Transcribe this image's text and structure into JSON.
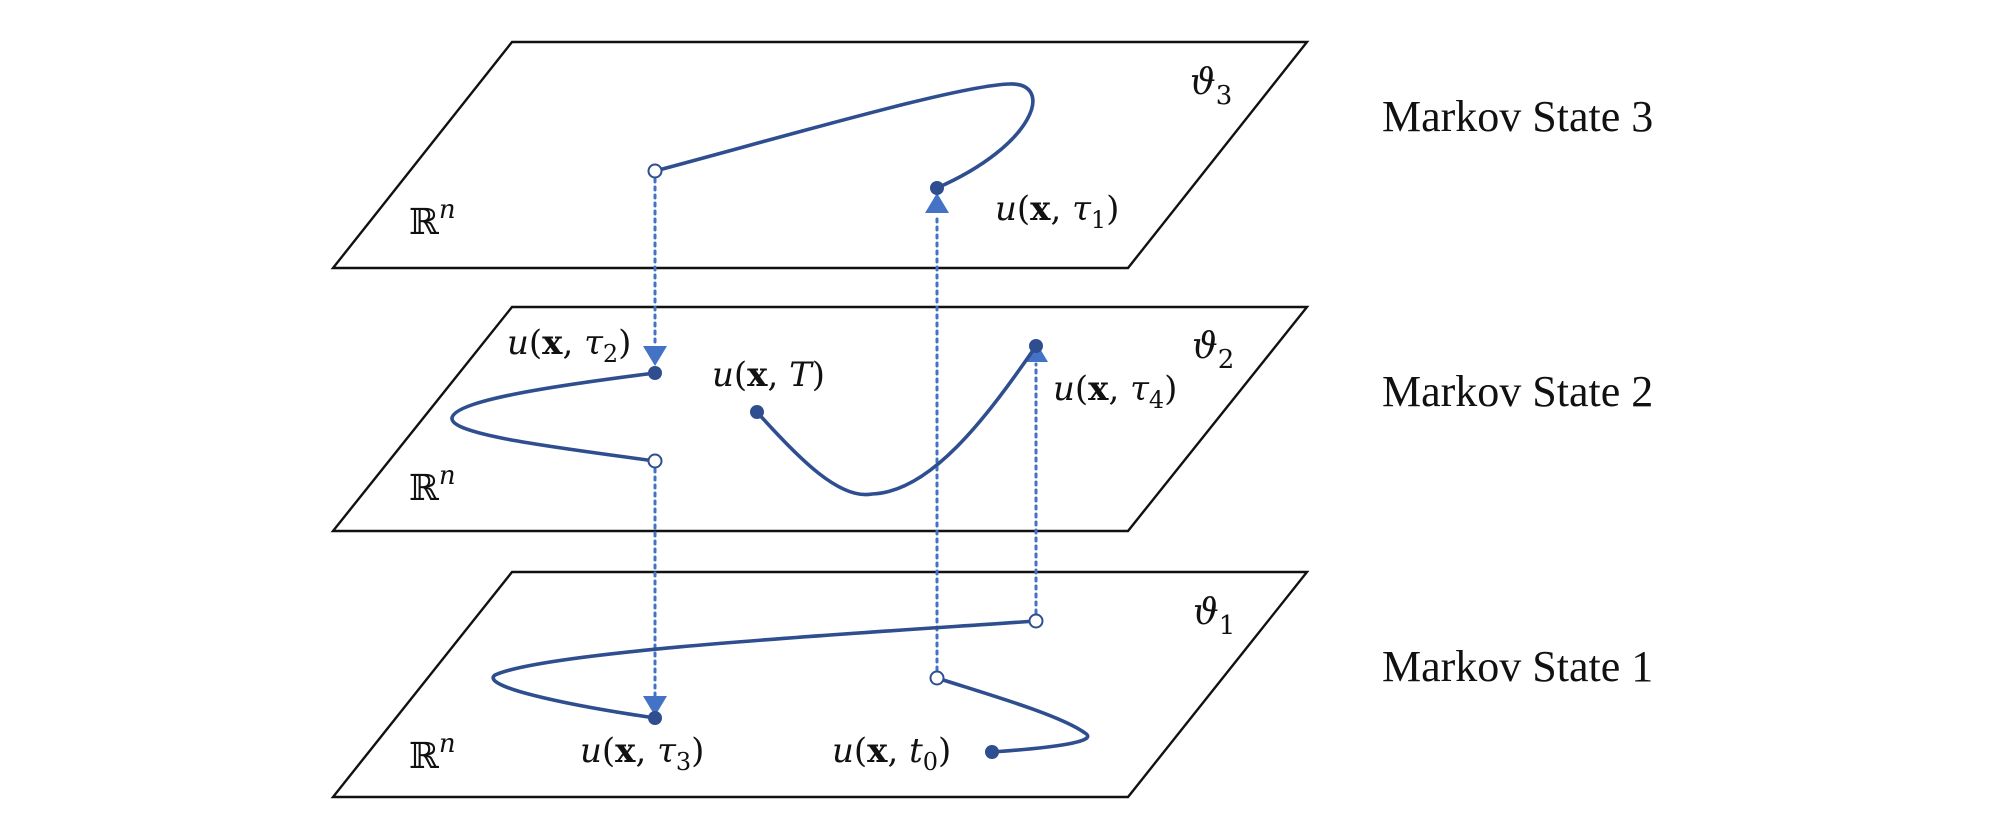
{
  "states": [
    {
      "label": "Markov State 3",
      "theta_symbol": "ϑ",
      "theta_sub": "3",
      "space": "ℝ",
      "space_sup": "n"
    },
    {
      "label": "Markov State 2",
      "theta_symbol": "ϑ",
      "theta_sub": "2",
      "space": "ℝ",
      "space_sup": "n"
    },
    {
      "label": "Markov State 1",
      "theta_symbol": "ϑ",
      "theta_sub": "1",
      "space": "ℝ",
      "space_sup": "n"
    }
  ],
  "points": {
    "tau1": {
      "u": "u",
      "open": "(",
      "x": "x",
      "sep": ", ",
      "var": "τ",
      "sub": "1",
      "close": ")"
    },
    "tau2": {
      "u": "u",
      "open": "(",
      "x": "x",
      "sep": ", ",
      "var": "τ",
      "sub": "2",
      "close": ")"
    },
    "T": {
      "u": "u",
      "open": "(",
      "x": "x",
      "sep": ", ",
      "var": "T",
      "sub": "",
      "close": ")"
    },
    "tau4": {
      "u": "u",
      "open": "(",
      "x": "x",
      "sep": ", ",
      "var": "τ",
      "sub": "4",
      "close": ")"
    },
    "tau3": {
      "u": "u",
      "open": "(",
      "x": "x",
      "sep": ", ",
      "var": "τ",
      "sub": "3",
      "close": ")"
    },
    "t0": {
      "u": "u",
      "open": "(",
      "x": "x",
      "sep": ", ",
      "var": "t",
      "sub": "0",
      "close": ")"
    }
  },
  "colors": {
    "path": "#2E4E8F",
    "transition": "#4472C4",
    "plane_stroke": "#111111"
  }
}
